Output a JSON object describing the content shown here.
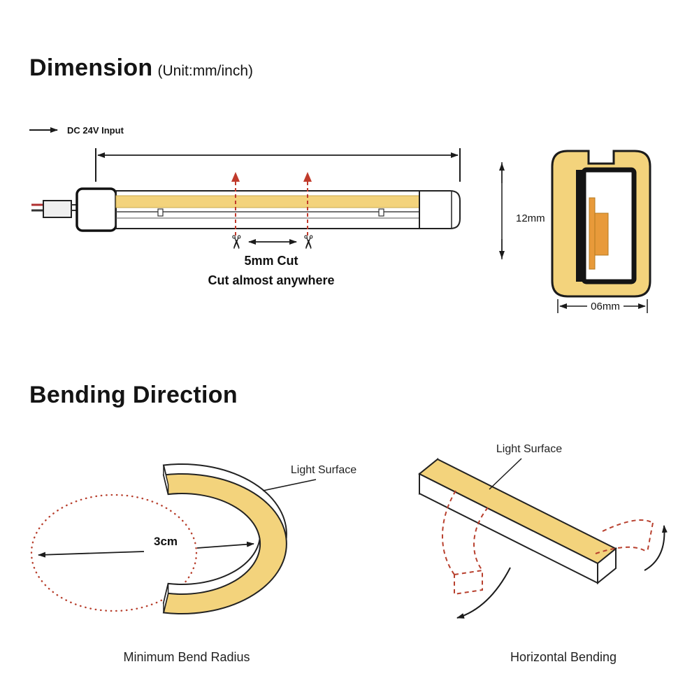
{
  "page": {
    "background": "#ffffff"
  },
  "colors": {
    "strip_yellow": "#f3d37c",
    "pcb_orange": "#e89a3a",
    "accent_red": "#c03a2b",
    "ink": "#1b1b1b"
  },
  "dimension_section": {
    "title": "Dimension",
    "unit_note": "(Unit:mm/inch)",
    "input_label": "DC 24V Input",
    "cut_title": "5mm Cut",
    "cut_subtitle": "Cut almost anywhere",
    "height_label": "12mm",
    "width_label": "06mm",
    "scissors_icon": "✂"
  },
  "bending_section": {
    "title": "Bending Direction",
    "min_bend": {
      "light_surface_label": "Light Surface",
      "radius_label": "3cm",
      "caption": "Minimum Bend Radius"
    },
    "horizontal_bend": {
      "light_surface_label": "Light Surface",
      "caption": "Horizontal Bending"
    }
  }
}
